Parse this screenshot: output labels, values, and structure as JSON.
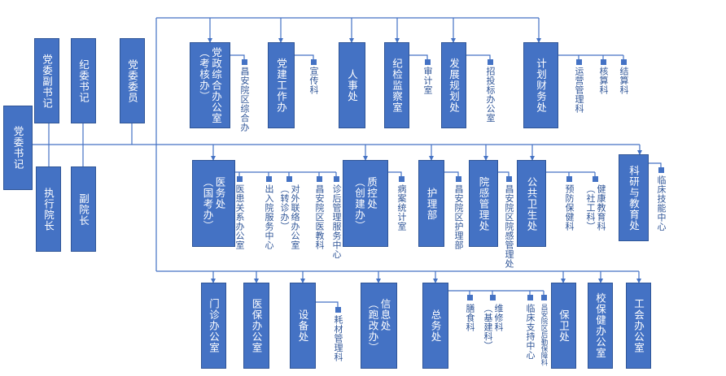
{
  "leadership": {
    "party_secretary": "党委书记",
    "deputy_party_secretary": "党委副书记",
    "discipline_secretary": "纪委书记",
    "party_committee_member": "党委委员",
    "executive_president": "执行院长",
    "vice_president": "副院长"
  },
  "row1": {
    "general_office": "党政综合办公室\n（考核办）",
    "general_office_sub": "昌安院区综合办",
    "party_building_office": "党建工作办",
    "party_building_sub": "宣传科",
    "hr_office": "人事处",
    "discipline_office": "纪检监察室",
    "discipline_sub": "审计室",
    "planning_office": "发展规划处",
    "planning_sub": "招投标办公室",
    "finance_office": "计划财务处",
    "finance_sub1": "运营管理科",
    "finance_sub2": "核算科",
    "finance_sub3": "结算科"
  },
  "row2": {
    "medical_affairs": "医务处\n（国考办）",
    "medical_sub1": "医患关系办公室",
    "medical_sub2": "出入院服务中心",
    "medical_sub3": "对外联络办公室\n（转诊办）",
    "medical_sub4": "昌安院区医教科",
    "medical_sub5": "诊后管理服务中心",
    "quality_control": "质控处\n（创建办）",
    "quality_sub": "病案统计室",
    "nursing": "护理部",
    "nursing_sub": "昌安院区护理部",
    "infection_control": "院感管理处",
    "infection_sub": "昌安院区院感管理处",
    "public_health": "公共卫生处",
    "public_health_sub1": "预防保健科",
    "public_health_sub2": "健康教育科\n（社工科）",
    "research_education": "科研与教育处",
    "research_sub": "临床技能中心"
  },
  "row3": {
    "outpatient_office": "门诊办公室",
    "insurance_office": "医保办公室",
    "equipment_office": "设备处",
    "equipment_sub": "耗材管理科",
    "information_office": "信息处\n（跑改办）",
    "general_affairs": "总务处",
    "general_affairs_sub1": "膳食科",
    "general_affairs_sub2": "维修科\n（基建科）",
    "general_affairs_sub3": "临床支持中心",
    "general_affairs_sub4": "昌安院区后勤保障科",
    "security": "保卫处",
    "school_health_office": "校保健办公室",
    "union_office": "工会办公室"
  },
  "colors": {
    "box_fill": "#4472c4",
    "box_border": "#2f5597",
    "line": "#4472c4",
    "label_text": "#2f5597",
    "box_text": "#ffffff"
  }
}
